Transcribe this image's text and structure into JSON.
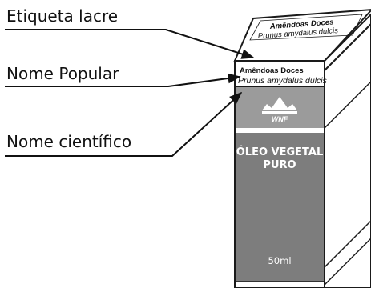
{
  "callouts": {
    "seal_label": "Etiqueta lacre",
    "popular_name": "Nome Popular",
    "scientific_name": "Nome científico"
  },
  "seal": {
    "title": "Amêndoas Doces",
    "subtitle": "Prunus amydalus dulcis"
  },
  "label": {
    "title": "Amêndoas Doces",
    "subtitle": "Prunus amydalus dulcis"
  },
  "product": {
    "brand": "WNF",
    "name_line1": "ÓLEO VEGETAL",
    "name_line2": "PURO",
    "volume": "50ml"
  },
  "colors": {
    "body_gray": "#7d7d7d",
    "band_gray": "#9b9b9b",
    "outline": "#1a1a1a",
    "background": "#ffffff"
  }
}
